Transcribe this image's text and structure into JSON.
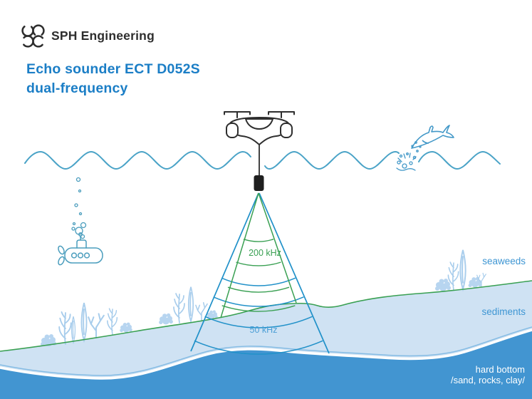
{
  "header": {
    "brand": "SPH Engineering",
    "title_line1": "Echo sounder ECT D052S",
    "title_line2": "dual-frequency"
  },
  "diagram": {
    "labels": {
      "high_freq_beam": "200 kHz",
      "low_freq_beam": "50 kHz",
      "seaweeds": "seaweeds",
      "sediments": "sediments",
      "hard_bottom_line1": "hard bottom",
      "hard_bottom_line2": "/sand, rocks, clay/"
    },
    "icons": {
      "logo": "drone-rotors-icon",
      "drone": "quadcopter-drone-icon",
      "transducer": "echo-sounder-transducer-icon",
      "water_surface": "wave-line-icon",
      "dolphin": "jumping-dolphin-icon",
      "splash": "water-splash-icon",
      "submarine": "submarine-icon",
      "bubbles": "air-bubbles-icon",
      "seaweed": "seaweed-plants-icon"
    },
    "colors": {
      "title_blue": "#1b7ec6",
      "label_blue": "#3e96d3",
      "beam_green": "#3aa053",
      "beam_blue": "#2191c9",
      "wave_blue": "#4aa3c7",
      "sketch_blue": "#4a9dbd",
      "dolphin_blue": "#4298c8",
      "seaweed_blue": "#a8cdec",
      "seaweed_fill": "#b7d5f0",
      "sediment_fill": "#cfe2f3",
      "hard_bottom_fill": "#4295d1",
      "ink": "#2e2e2e",
      "hard_bottom_text": "#ffffff"
    }
  }
}
